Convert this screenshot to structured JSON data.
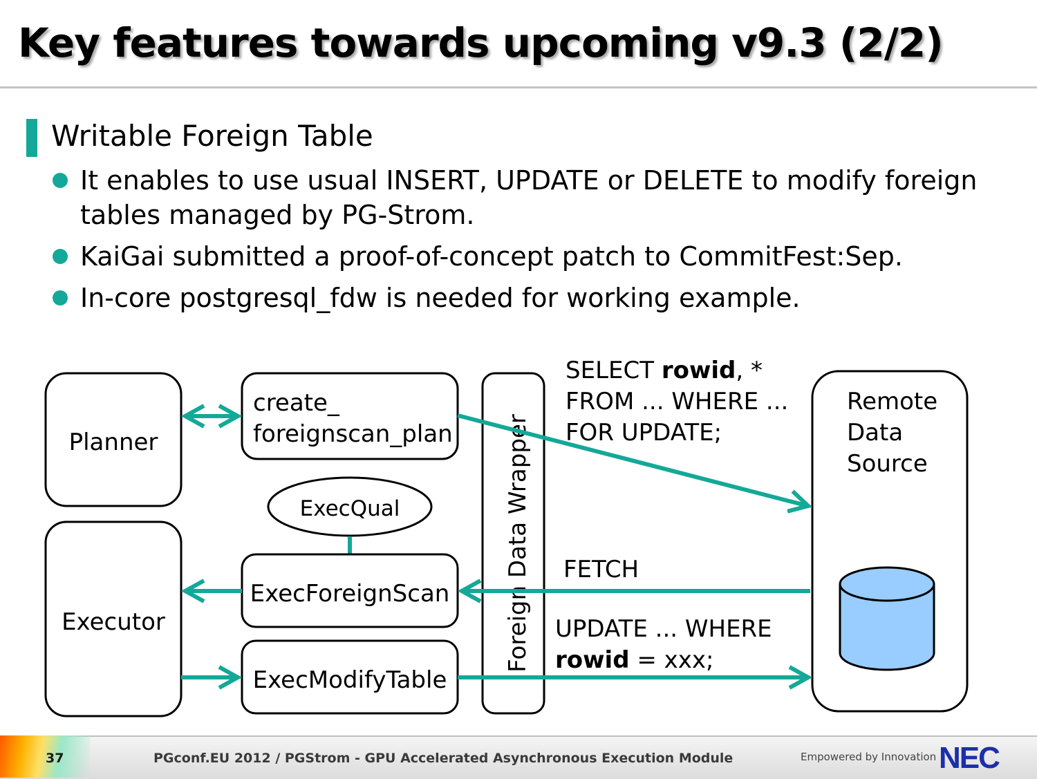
{
  "title": "Key features towards upcoming v9.3 (2/2)",
  "section": "Writable Foreign Table",
  "bullets": [
    {
      "line1": "It enables to use usual INSERT, UPDATE or DELETE to modify foreign",
      "line2": "tables managed by PG-Strom."
    },
    {
      "line1": "KaiGai submitted a proof-of-concept patch to CommitFest:Sep."
    },
    {
      "line1": "In-core postgresql_fdw is needed for working example."
    }
  ],
  "diagram": {
    "planner": "Planner",
    "executor": "Executor",
    "create_plan_1": "create_",
    "create_plan_2": "foreignscan_plan",
    "exec_qual": "ExecQual",
    "exec_foreign_scan": "ExecForeignScan",
    "exec_modify_table": "ExecModifyTable",
    "fdw": "Foreign Data Wrapper",
    "remote_1": "Remote",
    "remote_2": "Data",
    "remote_3": "Source",
    "select_sql": {
      "l1_a": "SELECT ",
      "l1_b": "rowid",
      "l1_c": ", *",
      "l2": "FROM ... WHERE ...",
      "l3": "FOR UPDATE;"
    },
    "fetch": "FETCH",
    "update_sql": {
      "l1": "UPDATE ... WHERE",
      "l2_a": "rowid",
      "l2_b": " = xxx;"
    }
  },
  "footer": {
    "page": "37",
    "text": "PGconf.EU 2012 / PGStrom - GPU Accelerated Asynchronous Execution Module",
    "tagline": "Empowered by Innovation",
    "logo": "NEC"
  },
  "colors": {
    "accent": "#14a898",
    "cylinder": "#99ccff",
    "logo": "#1c2fa8"
  }
}
